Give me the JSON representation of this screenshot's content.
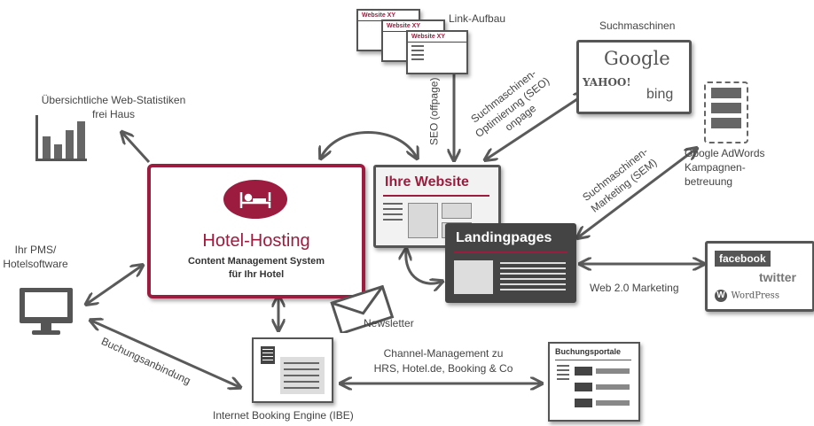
{
  "colors": {
    "accent": "#9b1c3e",
    "dark": "#4d4d4d",
    "arrow": "#5a5a5a"
  },
  "hotel_hosting": {
    "title": "Hotel-Hosting",
    "subtitle_line1": "Content Management System",
    "subtitle_line2": "für Ihr Hotel",
    "icon": "bed-icon"
  },
  "website": {
    "title": "Ihre Website"
  },
  "landing": {
    "title": "Landingpages"
  },
  "link_aufbau": {
    "label": "Link-Aufbau",
    "cards": [
      "Website XY",
      "Website XY",
      "Website XY"
    ]
  },
  "search_engines": {
    "label": "Suchmaschinen",
    "google": "Google",
    "yahoo": "YAHOO!",
    "bing": "bing"
  },
  "seo_offpage": "SEO (offpage)",
  "seo_onpage_line1": "Suchmaschinen-",
  "seo_onpage_line2": "Optimierung (SEO)",
  "seo_onpage_line3": "onpage",
  "sem_line1": "Suchmaschinen-",
  "sem_line2": "Marketing (SEM)",
  "adwords": {
    "line1": "Google AdWords",
    "line2": "Kampagnen-",
    "line3": "betreuung"
  },
  "stats": {
    "line1": "Übersichtliche Web-Statistiken",
    "line2": "frei Haus"
  },
  "pms": {
    "line1": "Ihr PMS/",
    "line2": "Hotelsoftware"
  },
  "buchungsanbindung": "Buchungsanbindung",
  "newsletter": "Newsletter",
  "web20": "Web 2.0 Marketing",
  "social": {
    "facebook": "facebook",
    "twitter": "twitter",
    "wordpress": "WordPress"
  },
  "ibe": "Internet Booking Engine (IBE)",
  "channel": {
    "line1": "Channel-Management zu",
    "line2": "HRS, Hotel.de, Booking & Co"
  },
  "portale": {
    "title": "Buchungsportale"
  }
}
